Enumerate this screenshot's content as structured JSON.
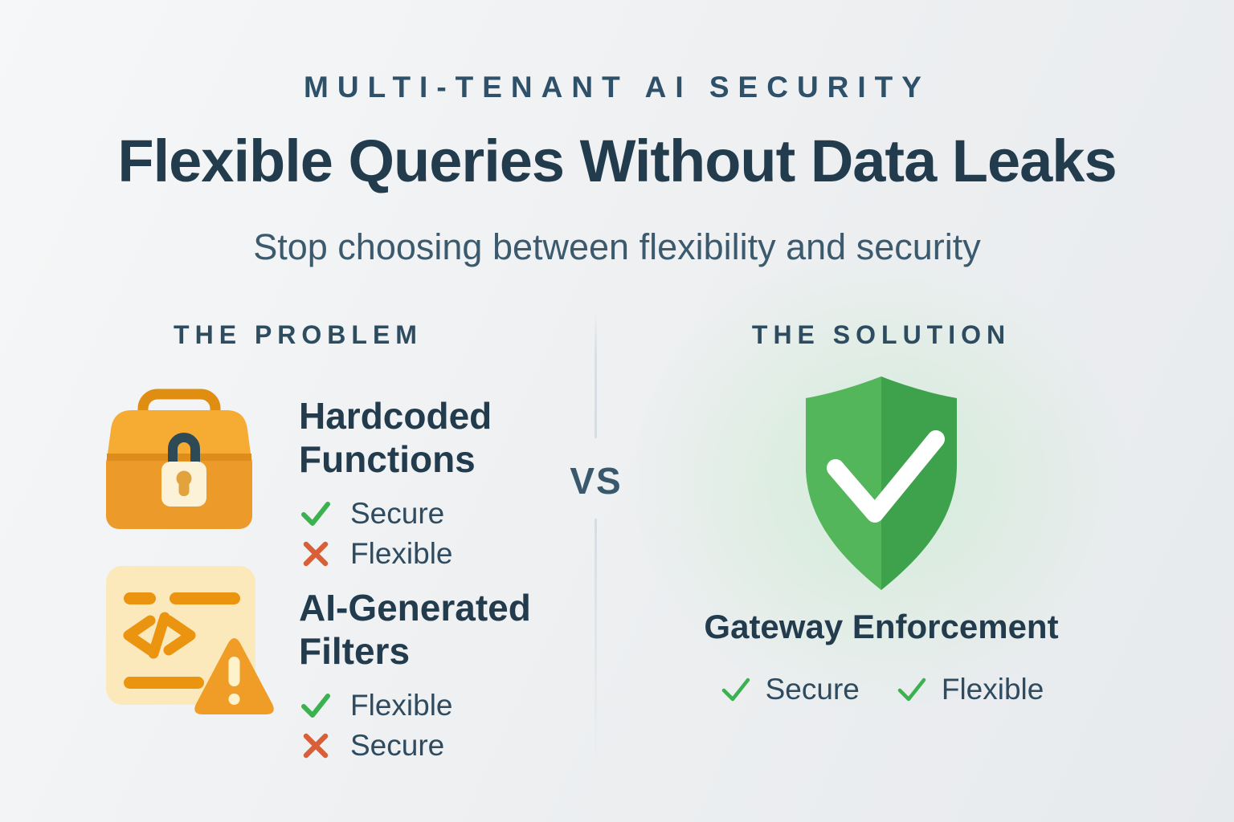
{
  "header": {
    "eyebrow": "MULTI-TENANT AI SECURITY",
    "title": "Flexible Queries Without Data Leaks",
    "subtitle": "Stop choosing between flexibility and security"
  },
  "versus_label": "VS",
  "problem": {
    "header": "THE PROBLEM",
    "items": [
      {
        "icon": "briefcase-lock-icon",
        "title": "Hardcoded Functions",
        "attributes": [
          {
            "label": "Secure",
            "status": "check"
          },
          {
            "label": "Flexible",
            "status": "cross"
          }
        ]
      },
      {
        "icon": "code-document-warning-icon",
        "title": "AI-Generated Filters",
        "attributes": [
          {
            "label": "Flexible",
            "status": "check"
          },
          {
            "label": "Secure",
            "status": "cross"
          }
        ]
      }
    ]
  },
  "solution": {
    "header": "THE SOLUTION",
    "icon": "shield-check-icon",
    "title": "Gateway Enforcement",
    "attributes": [
      {
        "label": "Secure",
        "status": "check"
      },
      {
        "label": "Flexible",
        "status": "check"
      }
    ]
  },
  "colors": {
    "background": "#edeff1",
    "text_dark_slate": "#223c4e",
    "text_slate": "#2e4b60",
    "check_green": "#3cb14f",
    "cross_red": "#d95f38",
    "shield_green_light": "#52b55a",
    "shield_green_dark": "#3da24b",
    "briefcase_orange_light": "#f6ab33",
    "briefcase_orange_dark": "#ec9a2a",
    "lock_teal": "#2f4a57",
    "document_cream": "#fbe9bb",
    "glow_green": "#d0ecd5"
  }
}
